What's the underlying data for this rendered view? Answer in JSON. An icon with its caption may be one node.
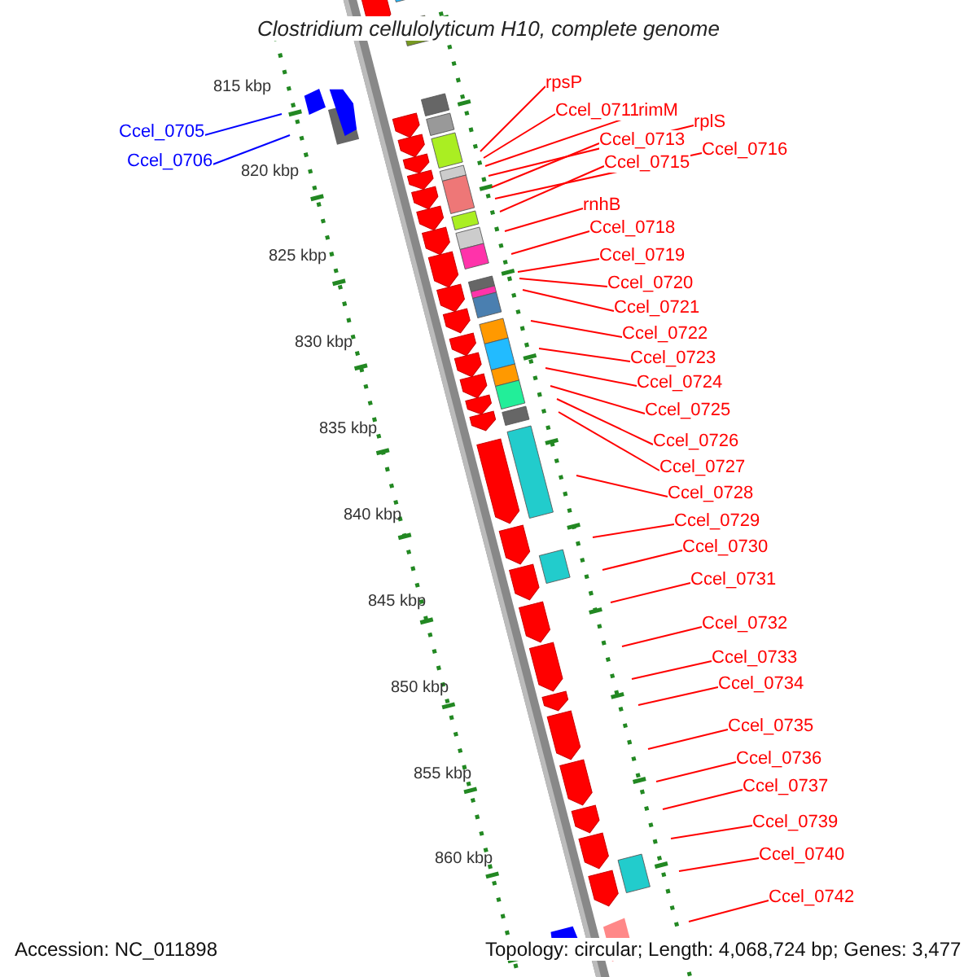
{
  "diagram": {
    "title": "Clostridium cellulolyticum H10, complete genome",
    "nodes": [
      {
        "text": [
          "rpsP"
        ]
      },
      {
        "text": [
          "Ccel_0711"
        ]
      },
      {
        "text": [
          "rimM"
        ]
      },
      {
        "text": [
          "rplS"
        ]
      },
      {
        "text": [
          "Ccel_0705"
        ]
      },
      {
        "text": [
          "Ccel_0713"
        ]
      },
      {
        "text": [
          "Ccel_0716"
        ]
      },
      {
        "text": [
          "Ccel_0706"
        ]
      },
      {
        "text": [
          "Ccel_0715"
        ]
      },
      {
        "text": [
          "rnhB"
        ]
      },
      {
        "text": [
          "Ccel_0718"
        ]
      },
      {
        "text": [
          "Ccel_0719"
        ]
      },
      {
        "text": [
          "Ccel_0720"
        ]
      },
      {
        "text": [
          "Ccel_0721"
        ]
      },
      {
        "text": [
          "Ccel_0722"
        ]
      },
      {
        "text": [
          "Ccel_0723"
        ]
      },
      {
        "text": [
          "Ccel_0724"
        ]
      },
      {
        "text": [
          "Ccel_0725"
        ]
      },
      {
        "text": [
          "Ccel_0726"
        ]
      },
      {
        "text": [
          "Ccel_0727"
        ]
      },
      {
        "text": [
          "Ccel_0728"
        ]
      },
      {
        "text": [
          "Ccel_0729"
        ]
      },
      {
        "text": [
          "Ccel_0730"
        ]
      },
      {
        "text": [
          "Ccel_0731"
        ]
      },
      {
        "text": [
          "Ccel_0732"
        ]
      },
      {
        "text": [
          "Ccel_0733"
        ]
      },
      {
        "text": [
          "Ccel_0734"
        ]
      },
      {
        "text": [
          "Ccel_0735"
        ]
      },
      {
        "text": [
          "Ccel_0736"
        ]
      },
      {
        "text": [
          "Ccel_0737"
        ]
      },
      {
        "text": [
          "Ccel_0739"
        ]
      },
      {
        "text": [
          "Ccel_0740"
        ]
      },
      {
        "text": [
          "Ccel_0742"
        ]
      }
    ],
    "edges": [
      {
        "from": 0,
        "to": null,
        "arrow": "none"
      },
      {
        "from": 1,
        "to": null,
        "arrow": "none"
      },
      {
        "from": 2,
        "to": null,
        "arrow": "none"
      },
      {
        "from": 3,
        "to": null,
        "arrow": "none"
      },
      {
        "from": 4,
        "to": null,
        "arrow": "none",
        "color": "#0000ff"
      },
      {
        "from": 5,
        "to": null,
        "arrow": "none"
      },
      {
        "from": 6,
        "to": null,
        "arrow": "none"
      },
      {
        "from": 7,
        "to": null,
        "arrow": "none",
        "color": "#0000ff"
      },
      {
        "from": 8,
        "to": null,
        "arrow": "none"
      },
      {
        "from": 9,
        "to": null,
        "arrow": "none"
      },
      {
        "from": 10,
        "to": null,
        "arrow": "none"
      },
      {
        "from": 11,
        "to": null,
        "arrow": "none"
      },
      {
        "from": 12,
        "to": null,
        "arrow": "none"
      },
      {
        "from": 13,
        "to": null,
        "arrow": "none"
      },
      {
        "from": 14,
        "to": null,
        "arrow": "none"
      },
      {
        "from": 15,
        "to": null,
        "arrow": "none"
      },
      {
        "from": 16,
        "to": null,
        "arrow": "none"
      },
      {
        "from": 17,
        "to": null,
        "arrow": "none"
      },
      {
        "from": 18,
        "to": null,
        "arrow": "none"
      },
      {
        "from": 19,
        "to": null,
        "arrow": "none"
      },
      {
        "from": 20,
        "to": null,
        "arrow": "none"
      },
      {
        "from": 21,
        "to": null,
        "arrow": "none"
      },
      {
        "from": 22,
        "to": null,
        "arrow": "none"
      },
      {
        "from": 23,
        "to": null,
        "arrow": "none"
      },
      {
        "from": 24,
        "to": null,
        "arrow": "none"
      },
      {
        "from": 25,
        "to": null,
        "arrow": "none"
      },
      {
        "from": 26,
        "to": null,
        "arrow": "none"
      },
      {
        "from": 27,
        "to": null,
        "arrow": "none"
      },
      {
        "from": 28,
        "to": null,
        "arrow": "none"
      },
      {
        "from": 29,
        "to": null,
        "arrow": "none"
      },
      {
        "from": 30,
        "to": null,
        "arrow": "none"
      },
      {
        "from": 31,
        "to": null,
        "arrow": "none"
      },
      {
        "from": 32,
        "to": null,
        "arrow": "none"
      }
    ],
    "labels": [
      "815 kbp",
      "820 kbp",
      "825 kbp",
      "830 kbp",
      "835 kbp",
      "840 kbp",
      "845 kbp",
      "850 kbp",
      "855 kbp",
      "860 kbp",
      "Accession: NC_011898",
      "Topology: circular; Length: 4,068,724 bp; Genes: 3,477"
    ]
  }
}
